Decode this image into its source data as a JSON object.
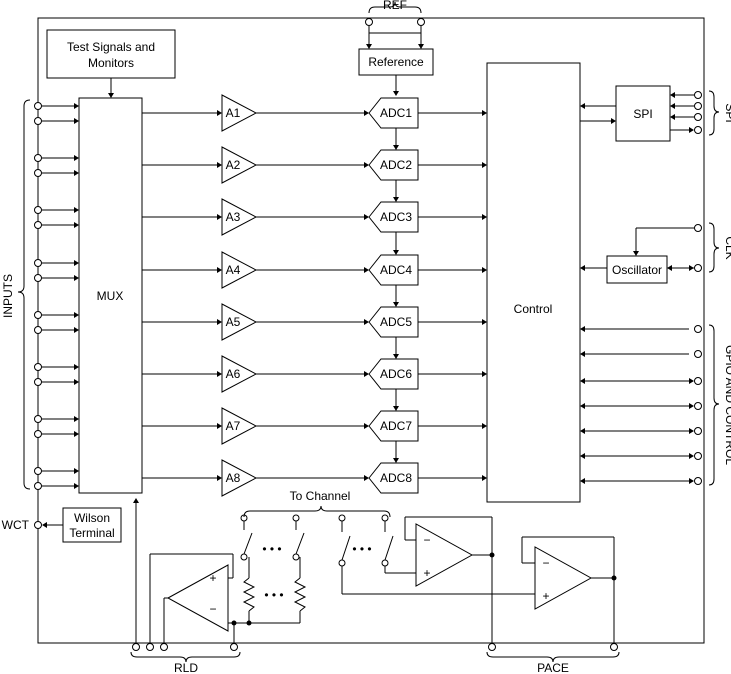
{
  "labels": {
    "ref": "REF",
    "reference": "Reference",
    "test_signals_line1": "Test Signals and",
    "test_signals_line2": "Monitors",
    "mux": "MUX",
    "control": "Control",
    "spi_block": "SPI",
    "spi_group": "SPI",
    "oscillator": "Oscillator",
    "clk_group": "CLK",
    "gpio_group": "GPIO AND CONTROL",
    "inputs_group": "INPUTS",
    "wct": "WCT",
    "wilson_line1": "Wilson",
    "wilson_line2": "Terminal",
    "to_channel": "To Channel",
    "rld": "RLD",
    "pace": "PACE",
    "dots": "• • •",
    "plus": "+",
    "minus": "−"
  },
  "channels": [
    {
      "amp": "A1",
      "adc": "ADC1"
    },
    {
      "amp": "A2",
      "adc": "ADC2"
    },
    {
      "amp": "A3",
      "adc": "ADC3"
    },
    {
      "amp": "A4",
      "adc": "ADC4"
    },
    {
      "amp": "A5",
      "adc": "ADC5"
    },
    {
      "amp": "A6",
      "adc": "ADC6"
    },
    {
      "amp": "A7",
      "adc": "ADC7"
    },
    {
      "amp": "A8",
      "adc": "ADC8"
    }
  ]
}
